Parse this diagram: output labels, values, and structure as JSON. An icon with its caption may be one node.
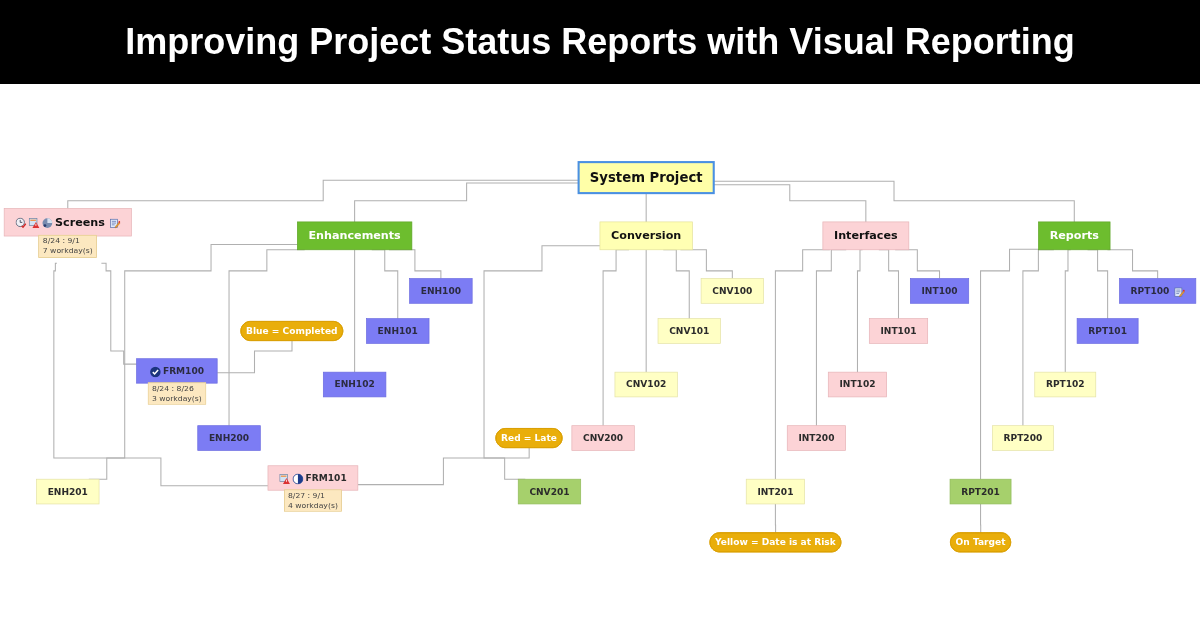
{
  "diagram": {
    "title": "Improving Project Status Reports with Visual Reporting",
    "nodes": [
      {
        "text": [
          "System Project"
        ]
      },
      {
        "text": [
          "Reports"
        ]
      },
      {
        "text": [
          "RPT100"
        ]
      },
      {
        "text": [
          "RPT101"
        ]
      },
      {
        "text": [
          "RPT102"
        ]
      },
      {
        "text": [
          "RPT200"
        ]
      },
      {
        "text": [
          "RPT201"
        ]
      },
      {
        "text": [
          "Interfaces"
        ]
      },
      {
        "text": [
          "INT100"
        ]
      },
      {
        "text": [
          "INT101"
        ]
      },
      {
        "text": [
          "INT102"
        ]
      },
      {
        "text": [
          "INT200"
        ]
      },
      {
        "text": [
          "INT201"
        ]
      },
      {
        "text": [
          "Conversion"
        ]
      },
      {
        "text": [
          "CNV100"
        ]
      },
      {
        "text": [
          "CNV101"
        ]
      },
      {
        "text": [
          "CNV102"
        ]
      },
      {
        "text": [
          "CNV200"
        ]
      },
      {
        "text": [
          "CNV201"
        ]
      },
      {
        "text": [
          "Enhancements"
        ]
      },
      {
        "text": [
          "ENH100"
        ]
      },
      {
        "text": [
          "ENH101"
        ]
      },
      {
        "text": [
          "ENH102"
        ]
      },
      {
        "text": [
          "ENH200"
        ]
      },
      {
        "text": [
          "ENH201"
        ]
      },
      {
        "text": [
          "Screens"
        ],
        "beside": [
          "8/24 : 9/1",
          "7 workday(s)"
        ]
      },
      {
        "text": [
          "FRM100"
        ],
        "beside": [
          "8/24 : 8/26",
          "3 workday(s)"
        ]
      },
      {
        "text": [
          "FRM101"
        ],
        "beside": [
          "8/27 : 9/1",
          "4 workday(s)"
        ]
      },
      {
        "text": [
          "On Target"
        ]
      },
      {
        "text": [
          "Yellow = Date is at Risk"
        ]
      },
      {
        "text": [
          "Blue = Completed"
        ]
      },
      {
        "text": [
          "Red = Late"
        ]
      }
    ],
    "edges": [
      {
        "from": 0,
        "to": 1,
        "arrow": "none"
      },
      {
        "from": 0,
        "to": 7,
        "arrow": "none"
      },
      {
        "from": 0,
        "to": 13,
        "arrow": "none"
      },
      {
        "from": 0,
        "to": 19,
        "arrow": "none"
      },
      {
        "from": 0,
        "to": 25,
        "arrow": "none"
      },
      {
        "from": 1,
        "to": 2,
        "arrow": "none"
      },
      {
        "from": 1,
        "to": 3,
        "arrow": "none"
      },
      {
        "from": 1,
        "to": 4,
        "arrow": "none"
      },
      {
        "from": 1,
        "to": 5,
        "arrow": "none"
      },
      {
        "from": 1,
        "to": 6,
        "arrow": "none"
      },
      {
        "from": 7,
        "to": 8,
        "arrow": "none"
      },
      {
        "from": 7,
        "to": 9,
        "arrow": "none"
      },
      {
        "from": 7,
        "to": 10,
        "arrow": "none"
      },
      {
        "from": 7,
        "to": 11,
        "arrow": "none"
      },
      {
        "from": 7,
        "to": 12,
        "arrow": "none"
      },
      {
        "from": 13,
        "to": 14,
        "arrow": "none"
      },
      {
        "from": 13,
        "to": 15,
        "arrow": "none"
      },
      {
        "from": 13,
        "to": 16,
        "arrow": "none"
      },
      {
        "from": 13,
        "to": 17,
        "arrow": "none"
      },
      {
        "from": 13,
        "to": 18,
        "arrow": "none"
      },
      {
        "from": 19,
        "to": 20,
        "arrow": "none"
      },
      {
        "from": 19,
        "to": 21,
        "arrow": "none"
      },
      {
        "from": 19,
        "to": 22,
        "arrow": "none"
      },
      {
        "from": 19,
        "to": 23,
        "arrow": "none"
      },
      {
        "from": 19,
        "to": 24,
        "arrow": "none"
      },
      {
        "from": 25,
        "to": 26,
        "arrow": "none"
      },
      {
        "from": 25,
        "to": 27,
        "arrow": "none"
      },
      {
        "from": 6,
        "to": 28,
        "arrow": "none"
      },
      {
        "from": 12,
        "to": 29,
        "arrow": "none"
      },
      {
        "from": 30,
        "to": 26,
        "arrow": "none"
      },
      {
        "from": 31,
        "to": 27,
        "arrow": "none"
      }
    ]
  }
}
